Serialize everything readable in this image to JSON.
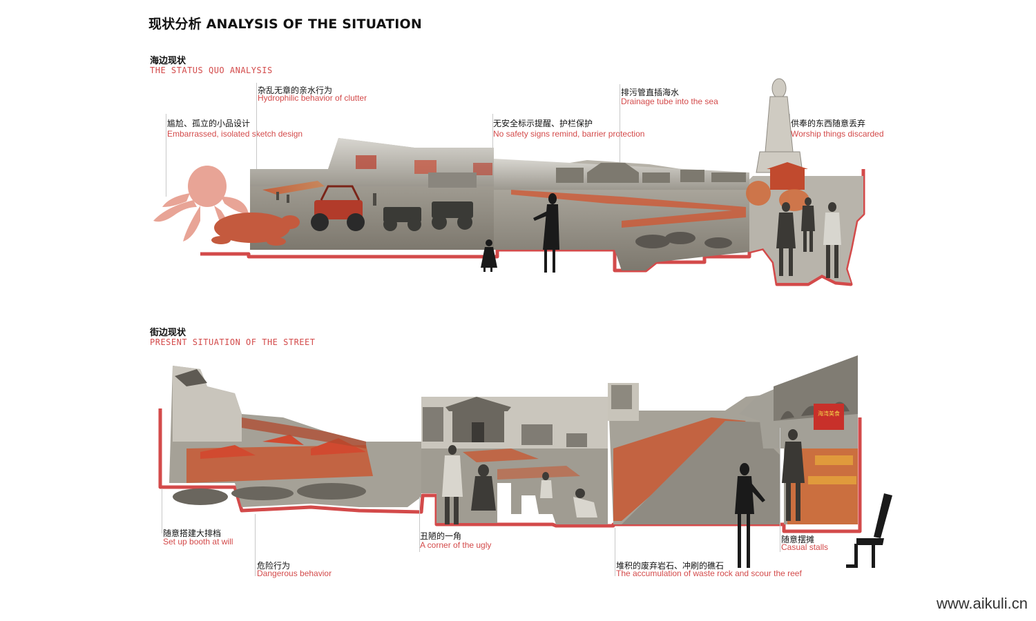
{
  "title": "现状分析 ANALYSIS OF THE SITUATION",
  "sections": {
    "sea": {
      "title_cn": "海边现状",
      "title_en": "THE STATUS QUO ANALYSIS",
      "labels": [
        {
          "cn": "尴尬、孤立的小品设计",
          "en": "Embarrassed, isolated sketch design"
        },
        {
          "cn": "杂乱无章的亲水行为",
          "en": "Hydrophilic behavior of clutter"
        },
        {
          "cn": "无安全标示提醒、护栏保护",
          "en": "No safety signs remind, barrier protection"
        },
        {
          "cn": "排污管直插海水",
          "en": "Drainage tube into the sea"
        },
        {
          "cn": "供奉的东西随意丢弃",
          "en": "Worship things discarded"
        }
      ]
    },
    "street": {
      "title_cn": "街边现状",
      "title_en": "PRESENT SITUATION OF THE STREET",
      "labels": [
        {
          "cn": "随意搭建大排档",
          "en": "Set up booth at will"
        },
        {
          "cn": "危险行为",
          "en": "Dangerous behavior"
        },
        {
          "cn": "丑陋的一角",
          "en": "A corner of the ugly"
        },
        {
          "cn": "堆积的废弃岩石、冲刷的礁石",
          "en": "The accumulation of waste rock and scour the reef"
        },
        {
          "cn": "随意摆摊",
          "en": "Casual stalls"
        }
      ]
    }
  },
  "stall_sign_text": "海湾美食",
  "watermark": "www.aikuli.cn",
  "colors": {
    "accent": "#d34a4a",
    "photo_gray": "#a8a49c",
    "orange_tint": "#c9552e",
    "silhouette": "#1a1a1a"
  }
}
